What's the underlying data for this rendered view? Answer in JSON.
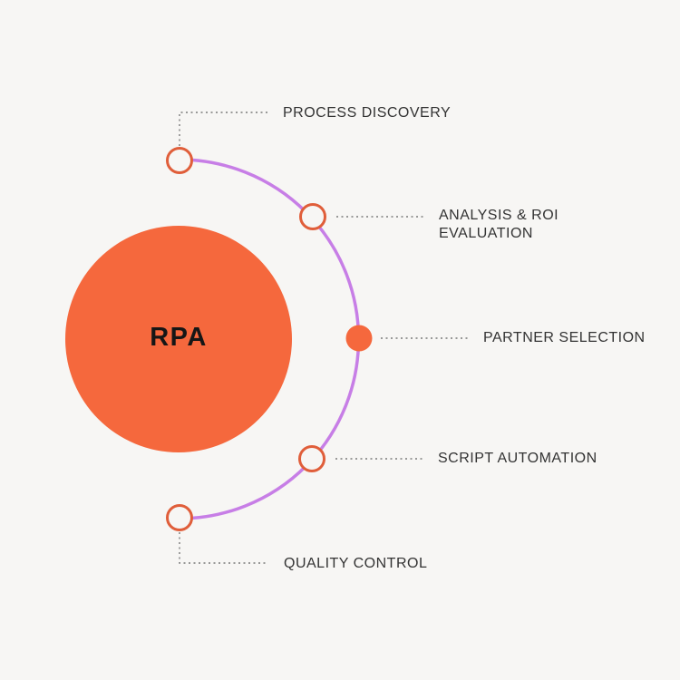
{
  "title": "RPA",
  "background": "#f7f6f4",
  "colors": {
    "orange": "#f5683d",
    "orange_stroke": "#e05e3a",
    "purple": "#c77ee6",
    "connector": "#7a7a7a",
    "label": "#333333",
    "title_text": "#161616"
  },
  "steps": [
    {
      "label": "PROCESS DISCOVERY",
      "marker": "hollow"
    },
    {
      "label": "ANALYSIS & ROI EVALUATION",
      "marker": "hollow"
    },
    {
      "label": "PARTNER SELECTION",
      "marker": "filled"
    },
    {
      "label": "SCRIPT AUTOMATION",
      "marker": "hollow"
    },
    {
      "label": "QUALITY CONTROL",
      "marker": "hollow"
    }
  ]
}
